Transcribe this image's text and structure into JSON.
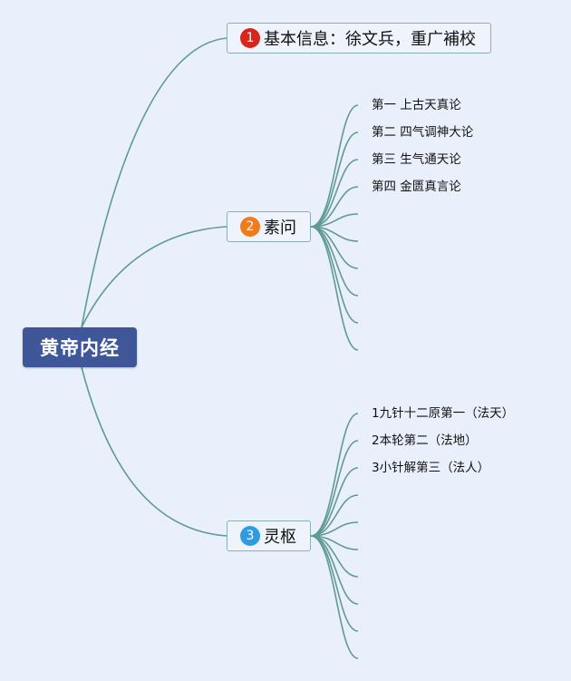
{
  "root": {
    "label": "黄帝内经"
  },
  "branches": [
    {
      "number": "1",
      "label": "基本信息：徐文兵，重广補校",
      "badge_color": "#d9261c",
      "children": []
    },
    {
      "number": "2",
      "label": "素问",
      "badge_color": "#f07b1c",
      "children": [
        "第一 上古天真论",
        "第二 四气调神大论",
        "第三 生气通天论",
        "第四 金匮真言论"
      ]
    },
    {
      "number": "3",
      "label": "灵枢",
      "badge_color": "#2f9be0",
      "children": [
        "1九针十二原第一（法天）",
        "2本轮第二（法地）",
        "3小针解第三（法人）"
      ]
    }
  ],
  "colors": {
    "background": "#eaf0fb",
    "line": "#5f9a94",
    "root_fill": "#3f5698"
  }
}
